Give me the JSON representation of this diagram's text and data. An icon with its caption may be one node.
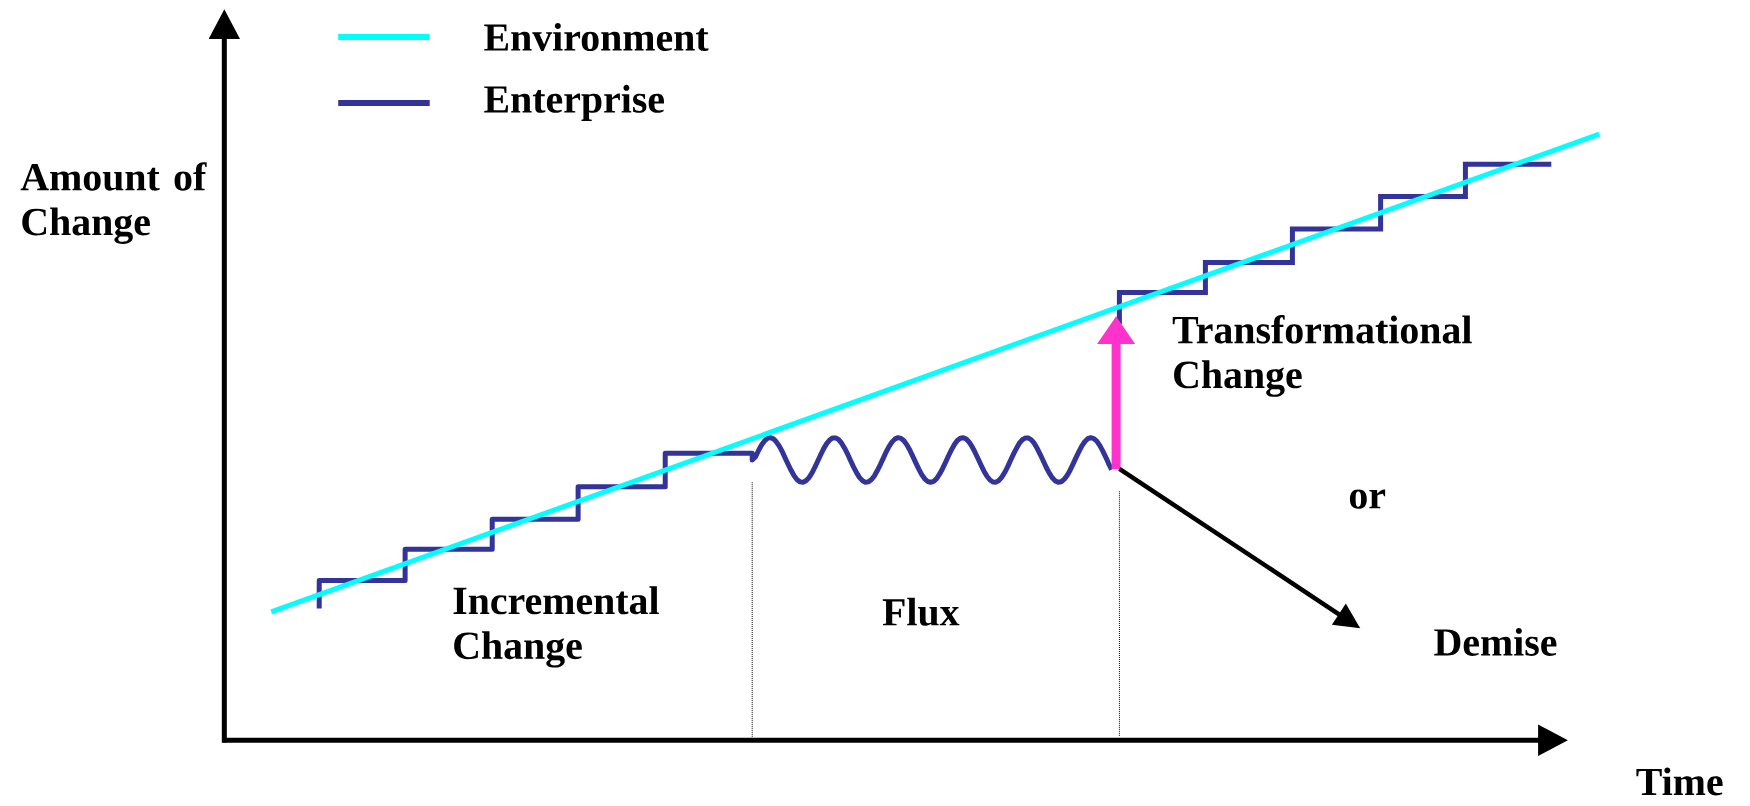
{
  "diagram": {
    "labels": [
      "Amount of Change",
      "Incremental Change",
      "Flux",
      "Transformational Change",
      "or",
      "Demise",
      "Time"
    ],
    "legend": [
      {
        "text": "Environment"
      },
      {
        "text": "Enterprise"
      }
    ]
  }
}
